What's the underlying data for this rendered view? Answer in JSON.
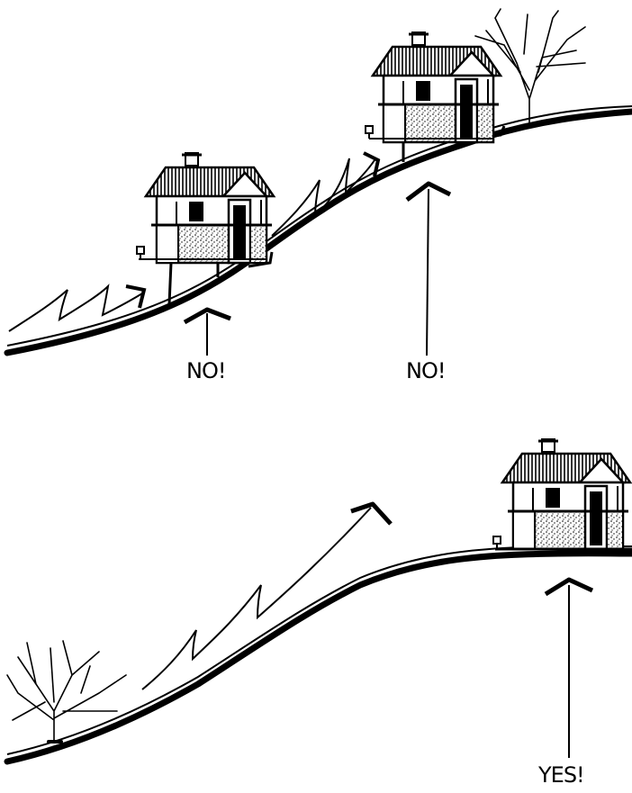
{
  "labels": {
    "no_1": "NO!",
    "no_2": "NO!",
    "yes": "YES!"
  }
}
